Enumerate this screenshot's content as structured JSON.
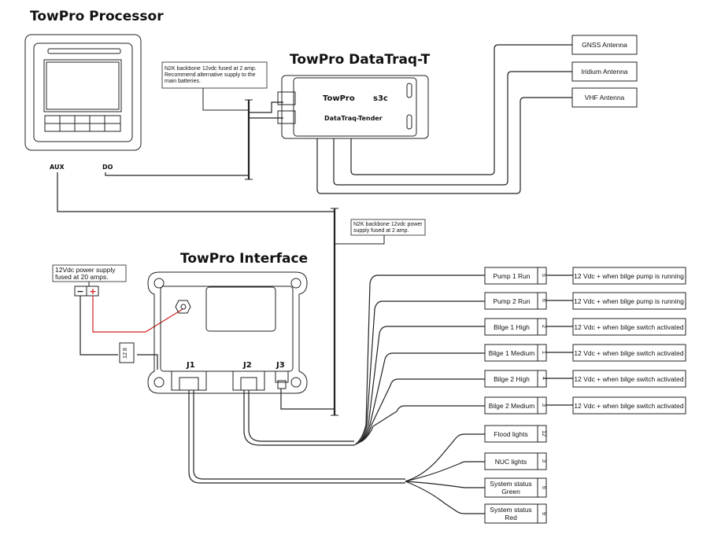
{
  "titles": {
    "processor": "TowPro Processor",
    "datatraq": "TowPro DataTraq-T",
    "interface": "TowPro Interface"
  },
  "processor": {
    "aux_label": "AUX",
    "do_label": "DO"
  },
  "datatraq": {
    "brand": "TowPro",
    "model": "s3c",
    "subtitle": "DataTraq-Tender"
  },
  "notes": {
    "n2k_fused": [
      "N2K backbone 12vdc fused at 2 amp.",
      "Recommend alternative supply to the",
      "main batteries."
    ],
    "n2k_power": [
      "N2K backbone 12vdc power",
      "supply fused at 2 amp."
    ],
    "power_supply": [
      "12Vdc power supply",
      "fused at 20 amps."
    ]
  },
  "antennas": [
    "GNSS Antenna",
    "Iridium Antenna",
    "VHF  Antenna"
  ],
  "interface": {
    "connectors": [
      "J1",
      "J2",
      "J3"
    ],
    "fuse_label": "12 8",
    "terminal_minus": "−",
    "terminal_plus": "+"
  },
  "inputs": [
    {
      "name": "Pump 1  Run",
      "pin": "5",
      "desc": "12 Vdc + when bilge pump is running"
    },
    {
      "name": "Pump 2  Run",
      "pin": "6",
      "desc": "12 Vdc + when bilge pump is running"
    },
    {
      "name": "Bilge 1 High",
      "pin": "2",
      "desc": "12 Vdc + when bilge switch activated"
    },
    {
      "name": "Bilge 1 Medium",
      "pin": "1",
      "desc": "12 Vdc + when bilge switch activated"
    },
    {
      "name": "Bilge 2 High",
      "pin": "4",
      "desc": "12 Vdc + when bilge switch activated"
    },
    {
      "name": "Bilge 2 Medium",
      "pin": "3",
      "desc": "12 Vdc + when bilge switch activated"
    }
  ],
  "outputs": [
    {
      "lines": [
        "Flood lights"
      ],
      "pin": "12"
    },
    {
      "lines": [
        "NUC lights"
      ],
      "pin": "3"
    },
    {
      "lines": [
        "System status",
        "Green"
      ],
      "pin": "6"
    },
    {
      "lines": [
        "System status",
        "Red"
      ],
      "pin": "9"
    }
  ],
  "colors": {
    "power_wire": "#d02020",
    "line": "#222222"
  }
}
